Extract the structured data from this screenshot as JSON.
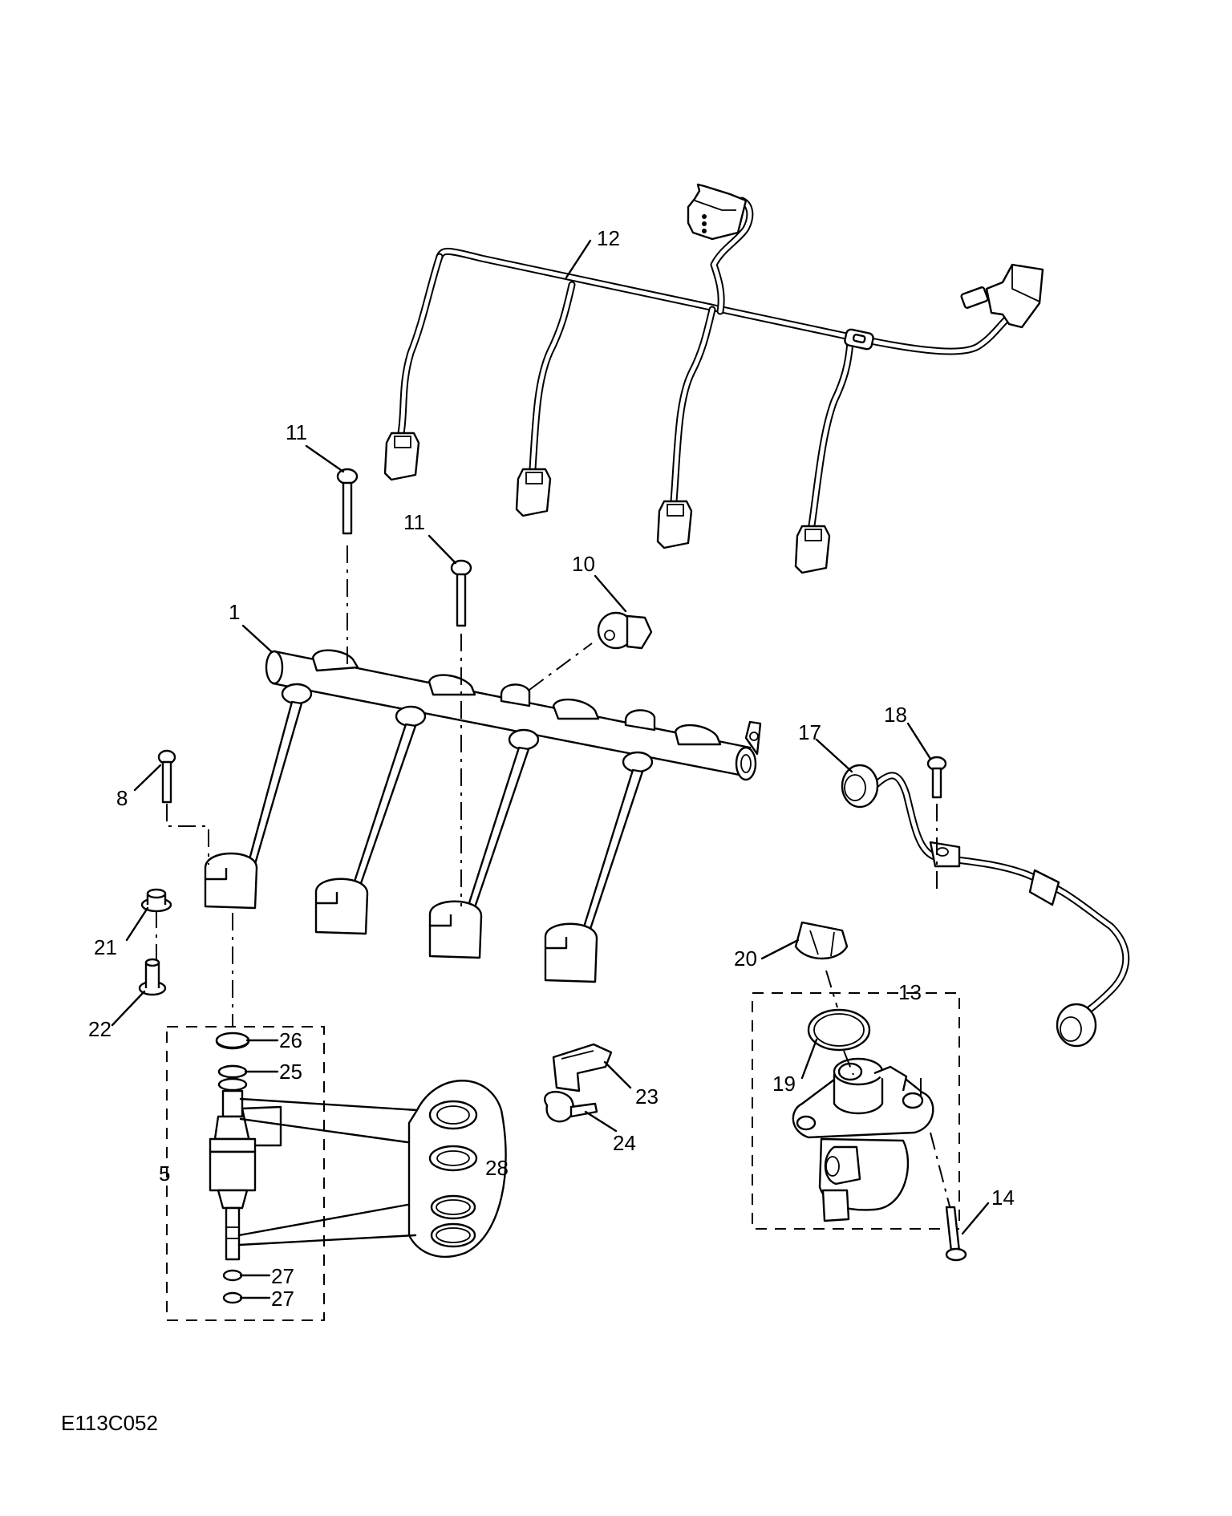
{
  "figure_code": "E113C052",
  "callouts": [
    {
      "id": "c1",
      "label": "1"
    },
    {
      "id": "c5",
      "label": "5"
    },
    {
      "id": "c8",
      "label": "8"
    },
    {
      "id": "c10",
      "label": "10"
    },
    {
      "id": "c11a",
      "label": "11"
    },
    {
      "id": "c11b",
      "label": "11"
    },
    {
      "id": "c12",
      "label": "12"
    },
    {
      "id": "c13",
      "label": "13"
    },
    {
      "id": "c14",
      "label": "14"
    },
    {
      "id": "c17",
      "label": "17"
    },
    {
      "id": "c18",
      "label": "18"
    },
    {
      "id": "c19",
      "label": "19"
    },
    {
      "id": "c20",
      "label": "20"
    },
    {
      "id": "c21",
      "label": "21"
    },
    {
      "id": "c22",
      "label": "22"
    },
    {
      "id": "c23",
      "label": "23"
    },
    {
      "id": "c24",
      "label": "24"
    },
    {
      "id": "c25",
      "label": "25"
    },
    {
      "id": "c26",
      "label": "26"
    },
    {
      "id": "c27a",
      "label": "27"
    },
    {
      "id": "c27b",
      "label": "27"
    },
    {
      "id": "c28",
      "label": "28"
    }
  ]
}
